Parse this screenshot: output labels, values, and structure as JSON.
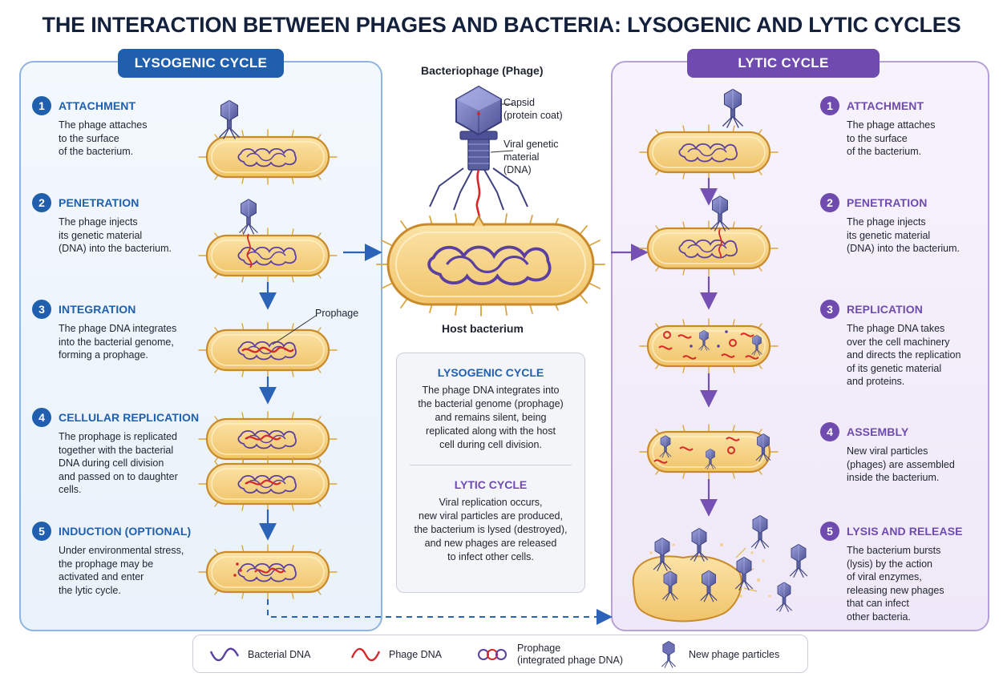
{
  "title": "THE INTERACTION BETWEEN PHAGES AND BACTERIA: LYSOGENIC AND LYTIC CYCLES",
  "lysogenic": {
    "banner": "LYSOGENIC CYCLE",
    "steps": [
      {
        "num": "1",
        "title": "ATTACHMENT",
        "text": "The phage attaches\nto the surface\nof the bacterium."
      },
      {
        "num": "2",
        "title": "PENETRATION",
        "text": "The phage injects\nits genetic material\n(DNA) into the bacterium."
      },
      {
        "num": "3",
        "title": "INTEGRATION",
        "text": "The phage DNA integrates\ninto the bacterial genome,\nforming a prophage."
      },
      {
        "num": "4",
        "title": "CELLULAR REPLICATION",
        "text": "The prophage is replicated\ntogether with the bacterial\nDNA during cell division\nand passed on to daughter\ncells."
      },
      {
        "num": "5",
        "title": "INDUCTION (OPTIONAL)",
        "text": "Under environmental stress,\nthe prophage may be\nactivated and enter\nthe lytic cycle."
      }
    ],
    "prophage_label": "Prophage"
  },
  "lytic": {
    "banner": "LYTIC CYCLE",
    "steps": [
      {
        "num": "1",
        "title": "ATTACHMENT",
        "text": "The phage attaches\nto the surface\nof the bacterium."
      },
      {
        "num": "2",
        "title": "PENETRATION",
        "text": "The phage injects\nits genetic material\n(DNA) into the bacterium."
      },
      {
        "num": "3",
        "title": "REPLICATION",
        "text": "The phage DNA takes\nover the cell machinery\nand directs the replication\nof its genetic material\nand proteins."
      },
      {
        "num": "4",
        "title": "ASSEMBLY",
        "text": "New viral particles\n(phages) are assembled\ninside the bacterium."
      },
      {
        "num": "5",
        "title": "LYSIS AND RELEASE",
        "text": "The bacterium bursts\n(lysis) by the action\nof viral enzymes,\nreleasing new phages\nthat can infect\nother bacteria."
      }
    ]
  },
  "center": {
    "phage_title": "Bacteriophage (Phage)",
    "capsid_label": "Capsid\n(protein coat)",
    "dna_label": "Viral genetic\nmaterial\n(DNA)",
    "host_label": "Host bacterium",
    "summary": {
      "lysogenic_title": "LYSOGENIC CYCLE",
      "lysogenic_text": "The phage DNA integrates into\nthe bacterial genome (prophage)\nand remains silent, being\nreplicated along with the host\ncell during cell division.",
      "lytic_title": "LYTIC CYCLE",
      "lytic_text": "Viral replication occurs,\nnew viral particles are produced,\nthe bacterium is lysed (destroyed),\nand new phages are released\nto infect other cells."
    }
  },
  "legend": {
    "bacterial_dna": "Bacterial DNA",
    "phage_dna": "Phage DNA",
    "prophage": "Prophage\n(integrated phage DNA)",
    "new_phage": "New phage particles"
  },
  "colors": {
    "lysogenic_accent": "#1f5fae",
    "lytic_accent": "#6f4bb0",
    "bacterial_dna": "#5b3fa0",
    "phage_dna": "#d62828",
    "cell_fill": "#f6d48a",
    "phage_body": "#5a5f9e"
  },
  "icons": [
    "phage-icon",
    "bacterium-icon",
    "arrow-icon",
    "dna-icon"
  ]
}
